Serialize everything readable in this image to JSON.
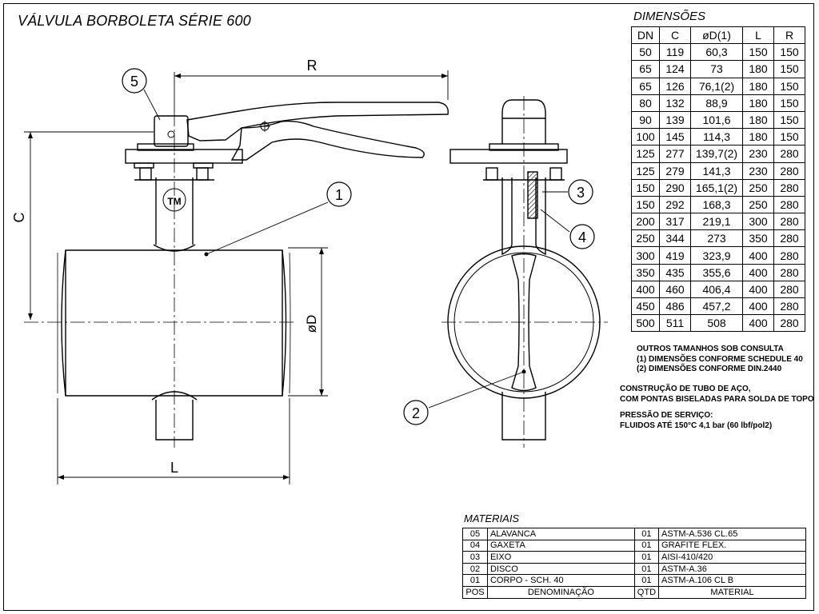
{
  "title": "VÁLVULA BORBOLETA SÉRIE 600",
  "dimensions": {
    "heading": "DIMENSÕES",
    "header": [
      "DN",
      "C",
      "øD(1)",
      "L",
      "R"
    ],
    "rows": [
      [
        "50",
        "119",
        "60,3",
        "150",
        "150"
      ],
      [
        "65",
        "124",
        "73",
        "180",
        "150"
      ],
      [
        "65",
        "126",
        "76,1(2)",
        "180",
        "150"
      ],
      [
        "80",
        "132",
        "88,9",
        "180",
        "150"
      ],
      [
        "90",
        "139",
        "101,6",
        "180",
        "150"
      ],
      [
        "100",
        "145",
        "114,3",
        "180",
        "150"
      ],
      [
        "125",
        "277",
        "139,7(2)",
        "230",
        "280"
      ],
      [
        "125",
        "279",
        "141,3",
        "230",
        "280"
      ],
      [
        "150",
        "290",
        "165,1(2)",
        "250",
        "280"
      ],
      [
        "150",
        "292",
        "168,3",
        "250",
        "280"
      ],
      [
        "200",
        "317",
        "219,1",
        "300",
        "280"
      ],
      [
        "250",
        "344",
        "273",
        "350",
        "280"
      ],
      [
        "300",
        "419",
        "323,9",
        "400",
        "280"
      ],
      [
        "350",
        "435",
        "355,6",
        "400",
        "280"
      ],
      [
        "400",
        "460",
        "406,4",
        "400",
        "280"
      ],
      [
        "450",
        "486",
        "457,2",
        "400",
        "280"
      ],
      [
        "500",
        "511",
        "508",
        "400",
        "280"
      ]
    ],
    "notes": [
      "OUTROS TAMANHOS SOB CONSULTA",
      "(1) DIMENSÕES CONFORME SCHEDULE 40",
      "(2) DIMENSÕES CONFORME DIN.2440"
    ]
  },
  "construction": [
    "CONSTRUÇÃO DE TUBO DE AÇO,",
    "COM PONTAS BISELADAS PARA SOLDA DE TOPO"
  ],
  "pressure": [
    "PRESSÃO DE SERVIÇO:",
    "FLUIDOS ATÉ 150°C 4,1 bar (60 lbf/pol2)"
  ],
  "materials": {
    "heading": "MATERIAIS",
    "rows": [
      {
        "pos": "05",
        "name": "ALAVANCA",
        "qty": "01",
        "material": "ASTM-A.536 CL.65"
      },
      {
        "pos": "04",
        "name": "GAXETA",
        "qty": "01",
        "material": "GRAFITE FLEX."
      },
      {
        "pos": "03",
        "name": "EIXO",
        "qty": "01",
        "material": "AISI-410/420"
      },
      {
        "pos": "02",
        "name": "DISCO",
        "qty": "01",
        "material": "ASTM-A.36"
      },
      {
        "pos": "01",
        "name": "CORPO - SCH. 40",
        "qty": "01",
        "material": "ASTM-A.106 CL B"
      }
    ],
    "footer": {
      "pos": "POS",
      "name": "DENOMINAÇÃO",
      "qty": "QTD",
      "material": "MATERIAL"
    }
  },
  "drawing": {
    "dim_r": "R",
    "dim_c": "C",
    "dim_d": "øD",
    "dim_l": "L",
    "balloons": [
      "1",
      "2",
      "3",
      "4",
      "5"
    ],
    "logo_text": "TM"
  }
}
